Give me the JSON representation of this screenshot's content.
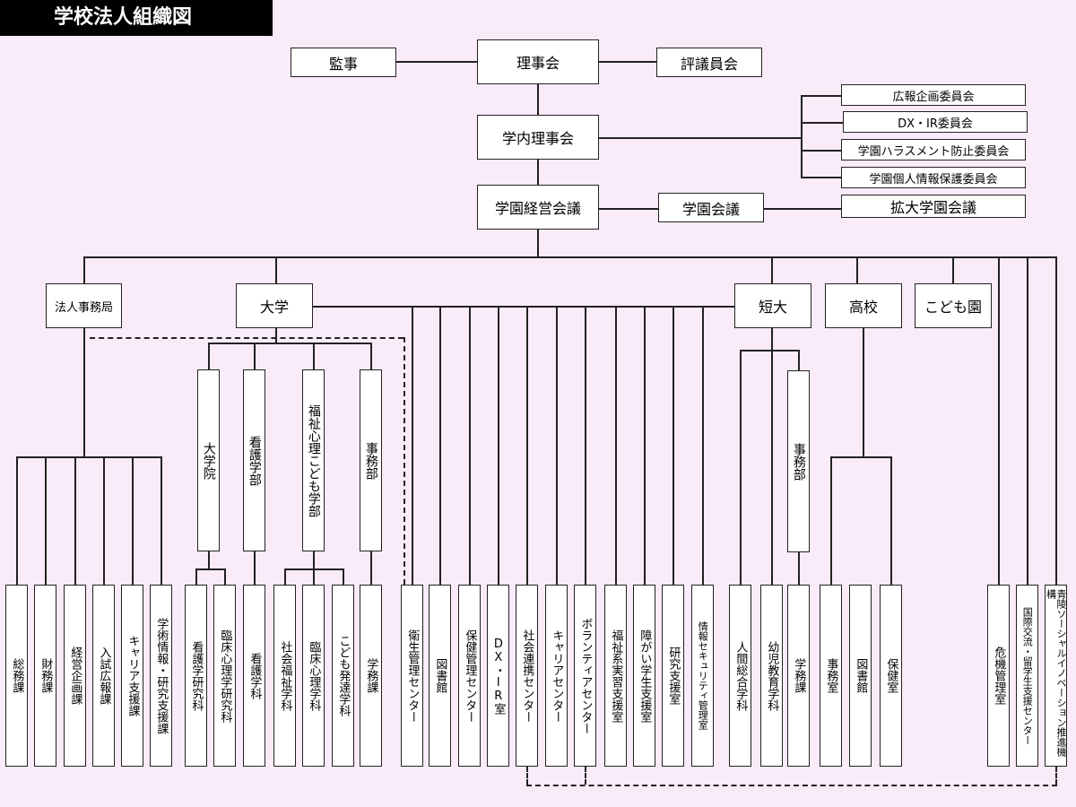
{
  "title": "学校法人組織図",
  "top": {
    "kanji": "監事",
    "rijikai": "理事会",
    "hyogiin": "評議員会",
    "gakunai": "学内理事会",
    "keiei": "学園経営会議",
    "gakuen_kaigi": "学園会議",
    "kakudai": "拡大学園会議"
  },
  "committees": [
    "広報企画委員会",
    "DX・IR委員会",
    "学園ハラスメント防止委員会",
    "学園個人情報保護委員会"
  ],
  "units": {
    "hojin": "法人事務局",
    "daigaku": "大学",
    "tandai": "短大",
    "koko": "高校",
    "kodomoen": "こども園"
  },
  "univ_sub": [
    "大学院",
    "看護学部",
    "福祉心理こども学部",
    "事務部"
  ],
  "tandai_sub": "事務部",
  "bottom": {
    "hojin": [
      "総務課",
      "財務課",
      "経営企画課",
      "入試広報課",
      "キャリア支援課",
      "学術情報・研究支援課"
    ],
    "grad": [
      "看護学研究科",
      "臨床心理学研究科"
    ],
    "nursing": "看護学科",
    "fukushi": [
      "社会福祉学科",
      "臨床心理学科",
      "こども発達学科"
    ],
    "jimu": "学務課",
    "centers": [
      "衛生管理センター",
      "図書館",
      "保健管理センター",
      "DX・IR室",
      "社会連携センター",
      "キャリアセンター",
      "ボランティアセンター",
      "福祉系実習支援室",
      "障がい学生支援室",
      "研究支援室",
      "情報セキュリティ管理室"
    ],
    "tandai": [
      "人間総合学科",
      "幼児教育学科",
      "学務課"
    ],
    "koko": [
      "事務室",
      "図書館",
      "保健室"
    ],
    "right": [
      "危機管理室",
      "国際交流・留学生支援センター",
      "青陵ソーシャルイノベーション推進機構"
    ]
  }
}
